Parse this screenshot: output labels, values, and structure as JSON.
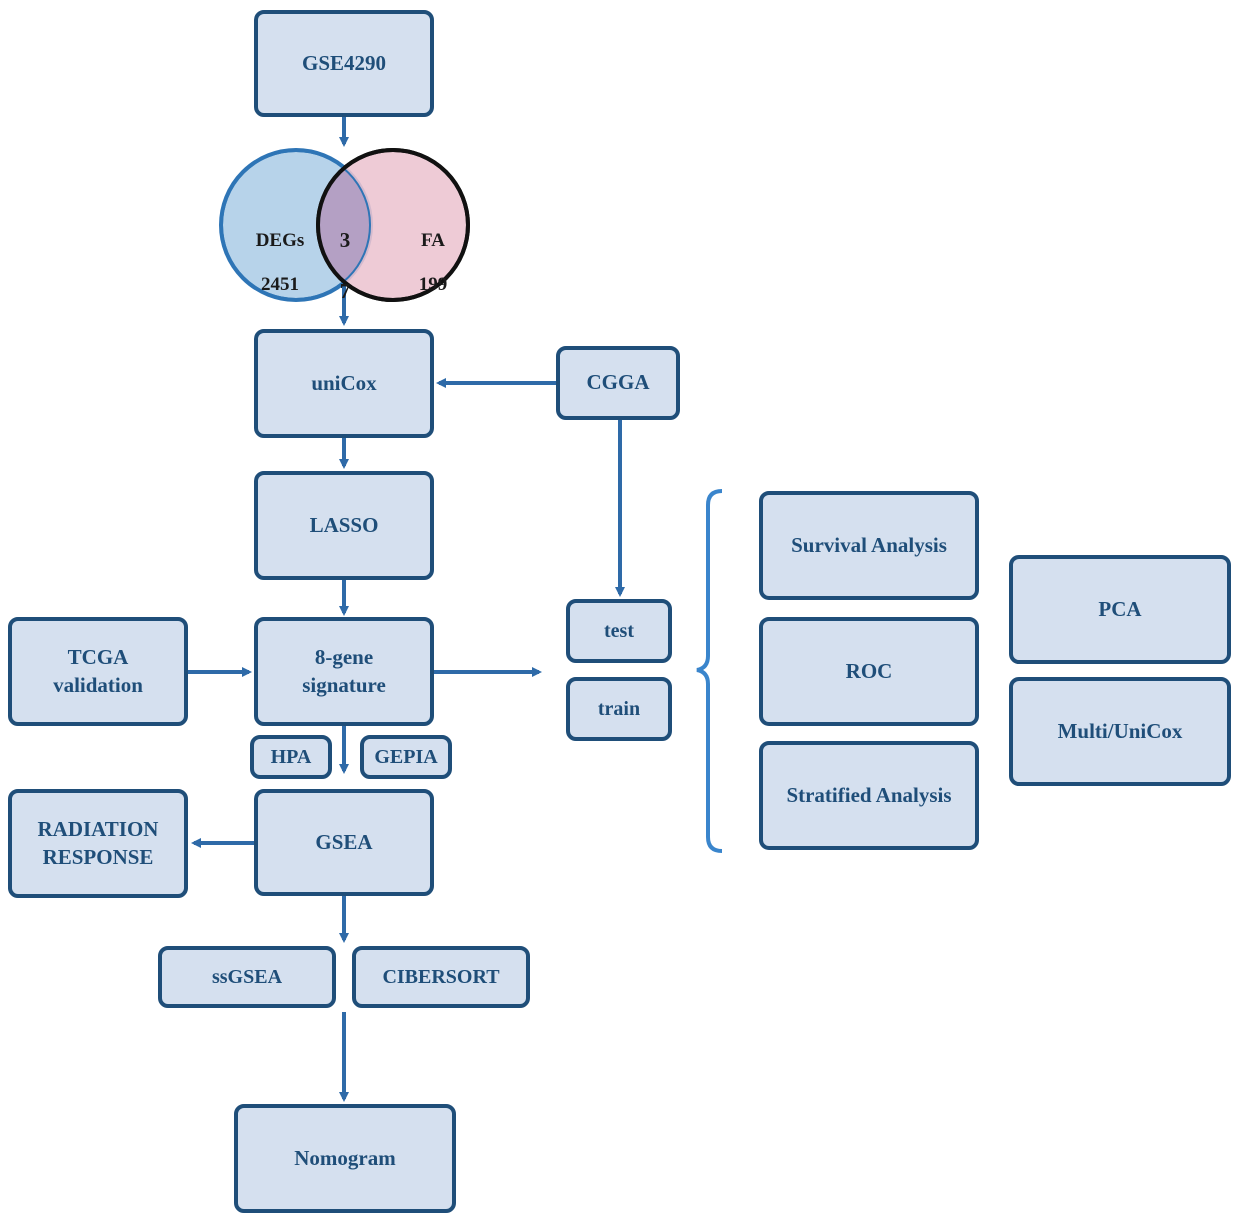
{
  "colors": {
    "box_fill": "#d5e0ef",
    "box_border": "#1f4e79",
    "arrow": "#2e6aa8",
    "text": "#1f4e79",
    "venn_left_fill": "#b7d3ea",
    "venn_left_border": "#2e75b6",
    "venn_right_fill": "#ecc4d0",
    "venn_right_border": "#111111",
    "bracket": "#3a85cc"
  },
  "venn": {
    "left_label": "DEGs",
    "left_count": "2451",
    "right_label": "FA",
    "right_count": "199",
    "overlap_top": "3",
    "overlap_bottom": "7"
  },
  "nodes": {
    "gse": "GSE4290",
    "unicox": "uniCox",
    "cgga": "CGGA",
    "lasso": "LASSO",
    "tcga": "TCGA\nvalidation",
    "signature": "8-gene\nsignature",
    "test": "test",
    "train": "train",
    "hpa": "HPA",
    "gepia": "GEPIA",
    "radiation": "RADIATION\nRESPONSE",
    "gsea": "GSEA",
    "ssgsea": "ssGSEA",
    "cibersort": "CIBERSORT",
    "nomogram": "Nomogram",
    "survival": "Survival Analysis",
    "roc": "ROC",
    "stratified": "Stratified Analysis",
    "pca": "PCA",
    "multiunicox": "Multi/UniCox"
  }
}
